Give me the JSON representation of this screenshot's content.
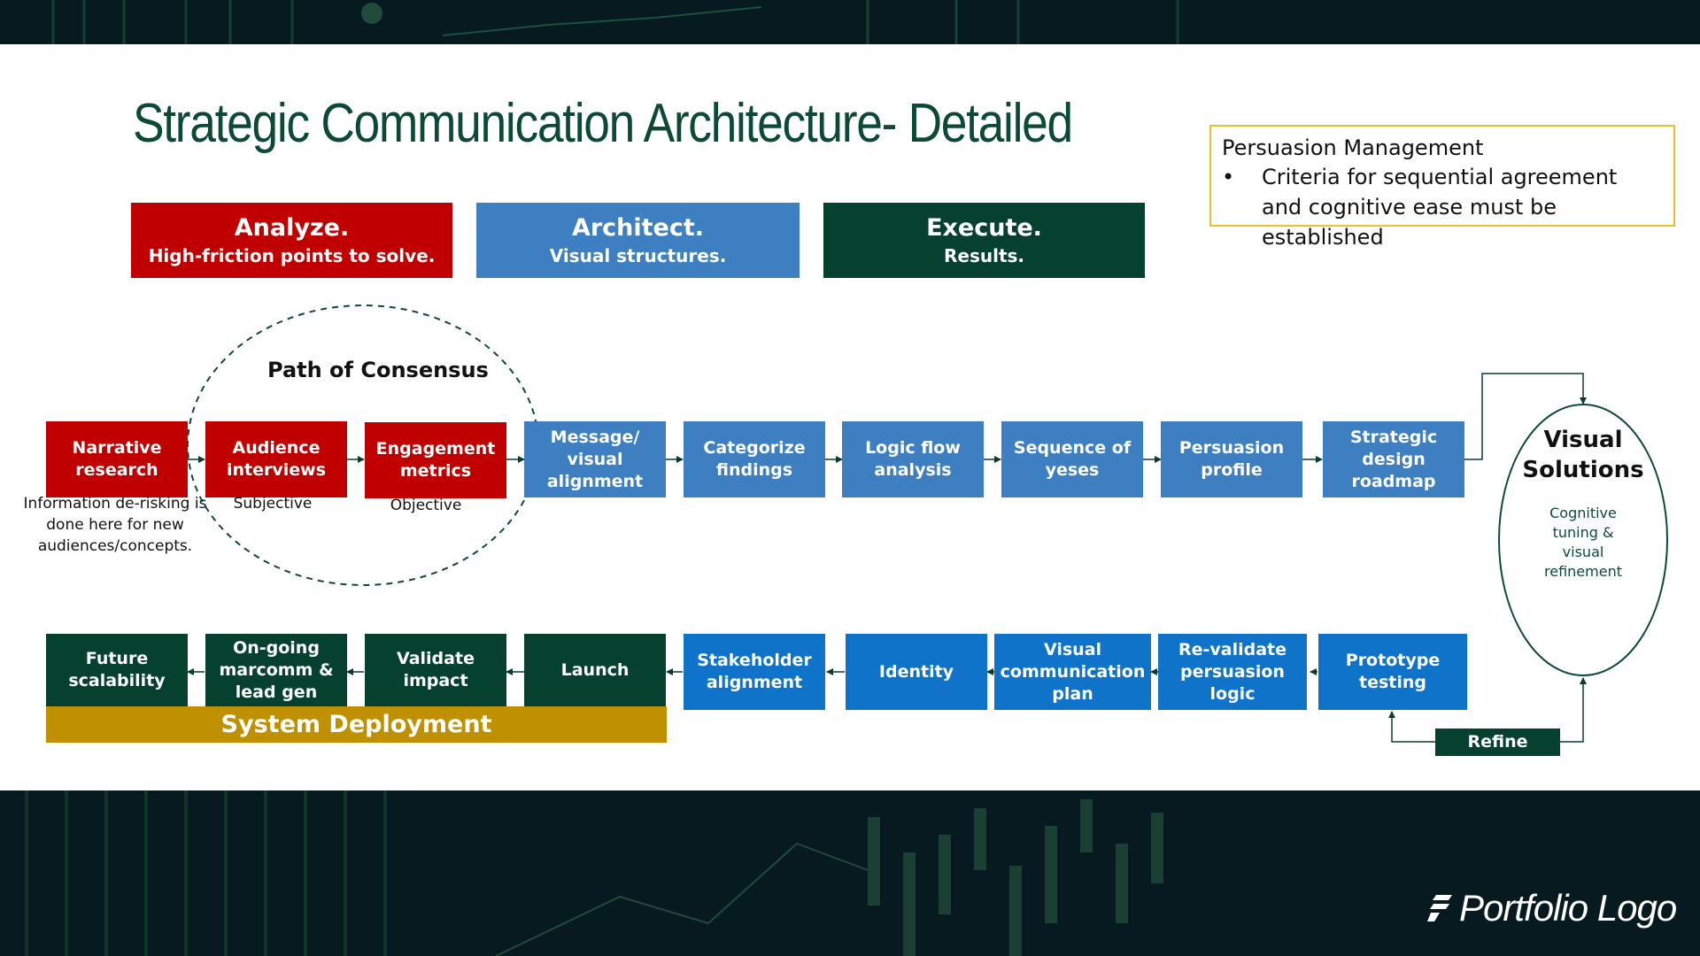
{
  "title": "Strategic Communication Architecture- Detailed",
  "persuasion_management": {
    "title": "Persuasion Management",
    "bullet": "Criteria for sequential agreement and cognitive ease must be established"
  },
  "phases": [
    {
      "title": "Analyze.",
      "subtitle": "High-friction points to solve."
    },
    {
      "title": "Architect.",
      "subtitle": "Visual structures."
    },
    {
      "title": "Execute.",
      "subtitle": "Results."
    }
  ],
  "path_of_consensus": "Path of Consensus",
  "top_row": [
    "Narrative\nresearch",
    "Audience\ninterviews",
    "Engagement\nmetrics",
    "Message/\nvisual\nalignment",
    "Categorize\nfindings",
    "Logic flow\nanalysis",
    "Sequence of\nyeses",
    "Persuasion\nprofile",
    "Strategic\ndesign\nroadmap"
  ],
  "captions": {
    "narrative": "Information de-risking is\ndone here for new\naudiences/concepts.",
    "audience": "Subjective",
    "engagement": "Objective"
  },
  "visual_solutions": {
    "title": "Visual\nSolutions",
    "subtitle": "Cognitive\ntuning &\nvisual\nrefinement"
  },
  "bottom_row": [
    "Future\nscalability",
    "On-going\nmarcomm &\nlead gen",
    "Validate\nimpact",
    "Launch",
    "Stakeholder\nalignment",
    "Identity",
    "Visual\ncommunication\nplan",
    "Re-validate\npersuasion\nlogic",
    "Prototype\ntesting"
  ],
  "system_deployment": "System Deployment",
  "refine": "Refine",
  "logo": "Portfolio Logo",
  "colors": {
    "analyze_red": "#c00000",
    "architect_blue": "#3e7fc1",
    "bottom_blue": "#0f74c9",
    "execute_green": "#06412f",
    "deployment_gold": "#bf9000",
    "title_green": "#0d4a36",
    "box_border_yellow": "#e6c02a"
  }
}
